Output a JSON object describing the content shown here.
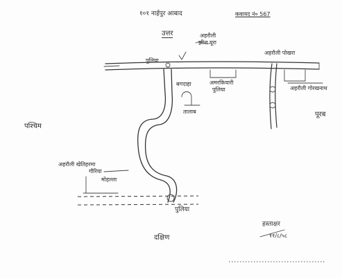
{
  "header": {
    "title": "१०१ नाईपुर आबाद",
    "ref": "कवायद नं० 567"
  },
  "compass": {
    "north": "उत्तर",
    "south": "दक्षिण",
    "east": "पूरब",
    "west": "पश्चिम"
  },
  "labels": {
    "road": "पुलिया",
    "top_note": "अहरौली",
    "top_note_2": "झील पूरा",
    "right_top": "अहरौली पोखरा",
    "center_a": "बगदाहा",
    "center_b": "अमरकियारी",
    "center_b_2": "पुलिया",
    "right_c": "अहरौली गोरखनाथ",
    "pond_note": "तालाब",
    "left_label": "अहरौली खेतिहरमा",
    "left_label_2": "गौरिया",
    "left_label_3": "मोहल्ला",
    "bottom_center": "पुलिया",
    "signature": "हस्ताक्षर",
    "signature_date": "११/८/५८"
  }
}
